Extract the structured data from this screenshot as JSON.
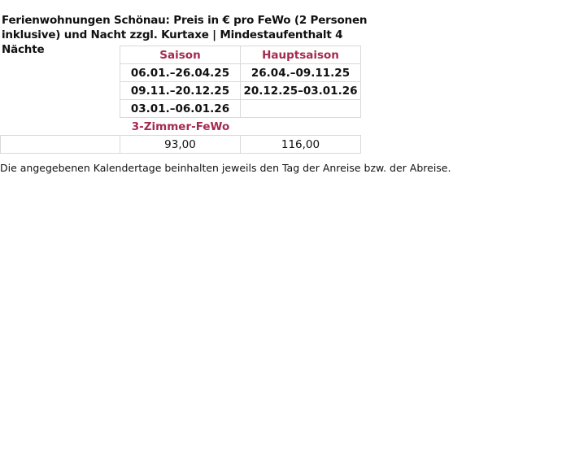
{
  "title": "Ferienwohnungen Schönau: Preis in € pro FeWo (2 Personen inklusive) und Nacht zzgl. Kurtaxe | Mindestaufenthalt 4 Nächte",
  "table": {
    "columns": [
      "Saison",
      "Hauptsaison"
    ],
    "date_rows": [
      [
        "06.01.–26.04.25",
        "26.04.–09.11.25"
      ],
      [
        "09.11.–20.12.25",
        "20.12.25–03.01.26"
      ],
      [
        "03.01.–06.01.26",
        ""
      ]
    ],
    "section_label": "3-Zimmer-FeWo",
    "price_row": {
      "label": "",
      "values": [
        "93,00",
        "116,00"
      ]
    }
  },
  "footnote": "Die angegebenen Kalendertage beinhalten jeweils den Tag der Anreise bzw. der Abreise.",
  "colors": {
    "accent": "#a6294f",
    "text": "#111111",
    "border": "#d9d9d9"
  }
}
